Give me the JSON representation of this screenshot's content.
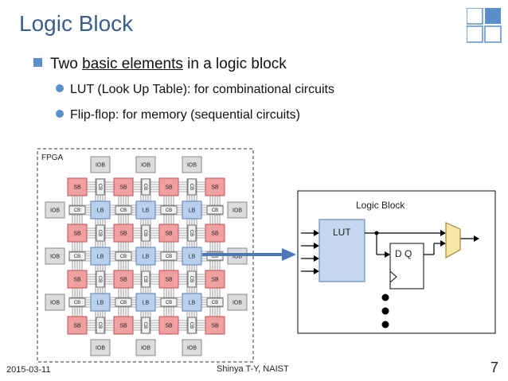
{
  "slide": {
    "title": "Logo Block",
    "bullet_main": {
      "pre": "Two ",
      "underlined": "basic elements",
      "post": " in a logic block"
    },
    "sub_bullets": [
      "LUT (Look Up Table): for combinational circuits",
      "Flip-flop: for memory (sequential circuits)"
    ],
    "footer_date": "2015-03-11",
    "footer_author": "Shinya T-Y, NAIST",
    "page_number": "7"
  },
  "fpga": {
    "label": "FPGA",
    "iob": "IOB",
    "sb": "SB",
    "cb": "CB",
    "lb": "LB"
  },
  "logic_block": {
    "title": "Logic Block",
    "lut": "LUT",
    "ff": "D  Q"
  },
  "colors": {
    "title": "#3a5f8c",
    "accent": "#5b8fc9",
    "sb_fill": "#f0a0a0",
    "sb_stroke": "#c05050",
    "lb_fill": "#b8d0ee",
    "lb_stroke": "#5a7fb0",
    "iob_fill": "#dcdcdc",
    "cb_fill": "#f2f2f2",
    "arrow": "#4a78b8"
  }
}
